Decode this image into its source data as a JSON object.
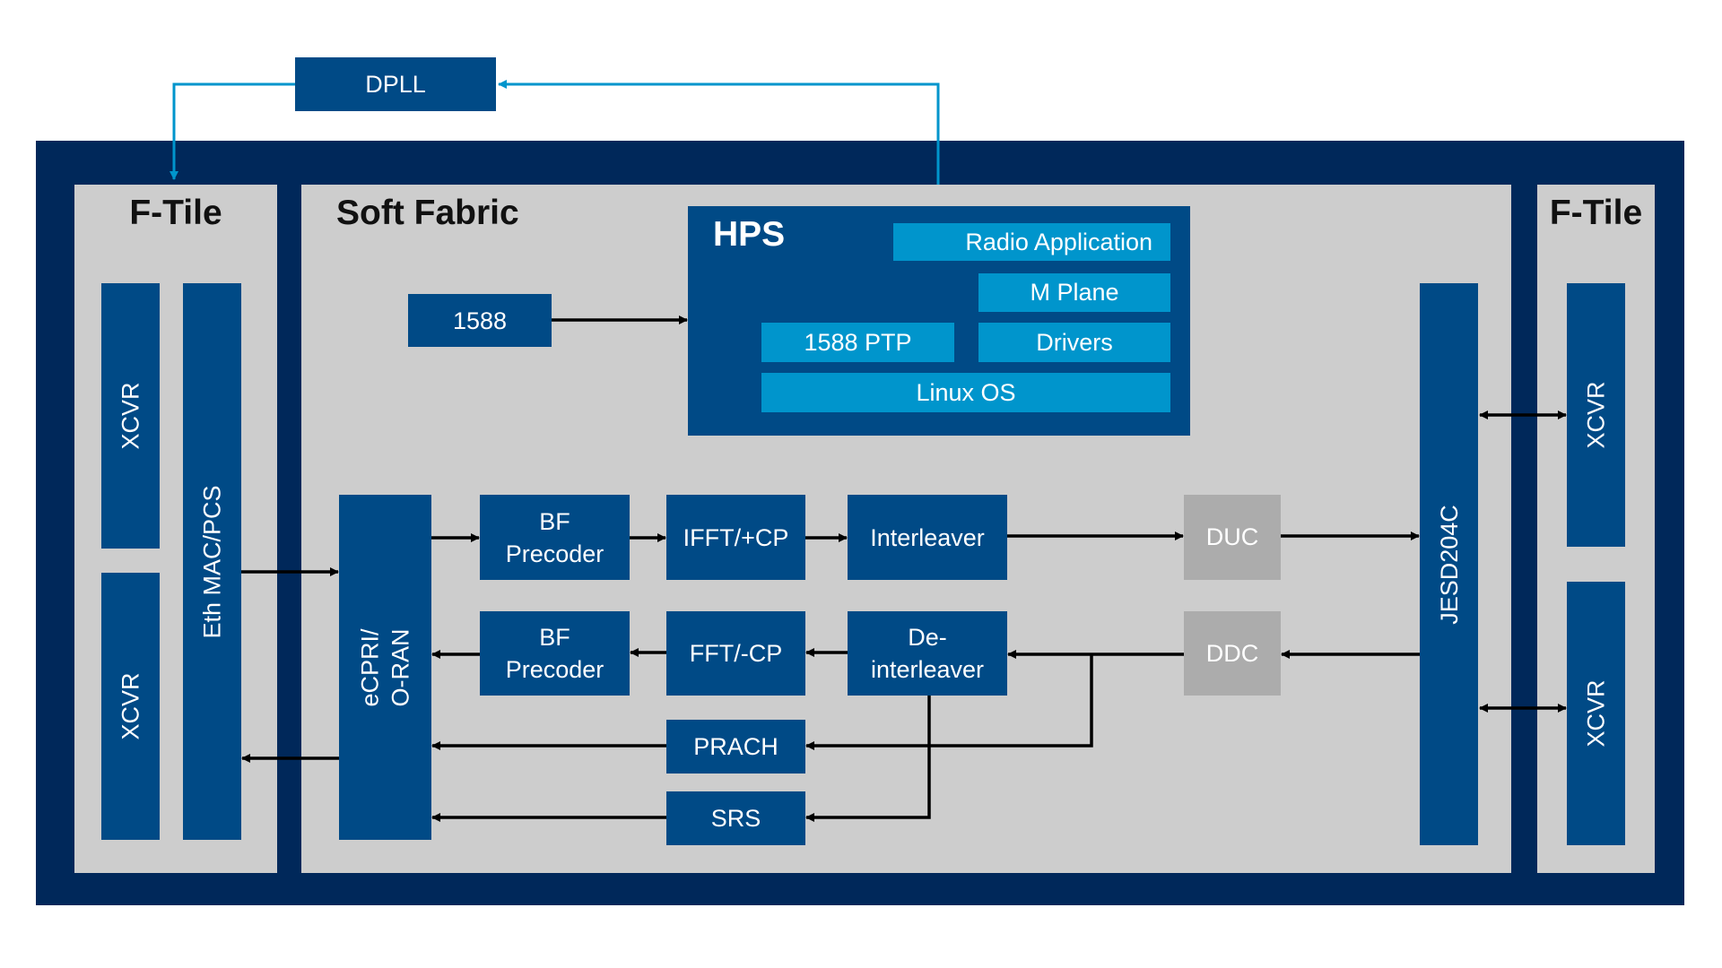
{
  "diagram": {
    "colors": {
      "frame": "#00285a",
      "panel": "#cdcdcd",
      "block": "#004a86",
      "sub_block": "#0095cc",
      "inactive_block": "#acacac",
      "clock_line": "#0095cc",
      "data_line": "#000000"
    },
    "external": {
      "dpll": "DPLL"
    },
    "left_tile": {
      "title": "F-Tile",
      "xcvr_top": "XCVR",
      "xcvr_bottom": "XCVR",
      "eth": "Eth MAC/PCS"
    },
    "soft_fabric": {
      "title": "Soft Fabric",
      "ptp1588": "1588",
      "hps": {
        "title": "HPS",
        "radio_app": "Radio Application",
        "m_plane": "M Plane",
        "ptp": "1588 PTP",
        "drivers": "Drivers",
        "linux": "Linux OS"
      },
      "ecpri": "eCPRI/\nO-RAN",
      "ecpri_line1": "eCPRI/",
      "ecpri_line2": "O-RAN",
      "bf_tx_l1": "BF",
      "bf_tx_l2": "Precoder",
      "bf_rx_l1": "BF",
      "bf_rx_l2": "Precoder",
      "ifft": "IFFT/+CP",
      "fft": "FFT/-CP",
      "interleaver": "Interleaver",
      "deint_l1": "De-",
      "deint_l2": "interleaver",
      "duc": "DUC",
      "ddc": "DDC",
      "prach": "PRACH",
      "srs": "SRS",
      "jesd": "JESD204C"
    },
    "right_tile": {
      "title": "F-Tile",
      "xcvr_top": "XCVR",
      "xcvr_bottom": "XCVR"
    }
  }
}
